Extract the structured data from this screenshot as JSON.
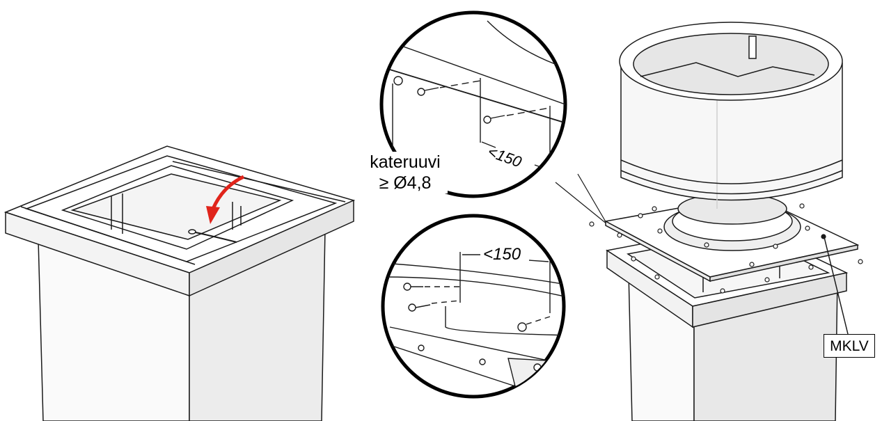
{
  "labels": {
    "screw_line1": "kateruuvi",
    "screw_line2": "≥ Ø4,8",
    "dim_top": "<150",
    "dim_bottom": "<150",
    "product_code": "MKLV"
  },
  "colors": {
    "line": "#1a1a1a",
    "shade_light": "#f0f0f0",
    "shade_mid": "#dcdcdc",
    "arrow_red": "#e0241b"
  }
}
